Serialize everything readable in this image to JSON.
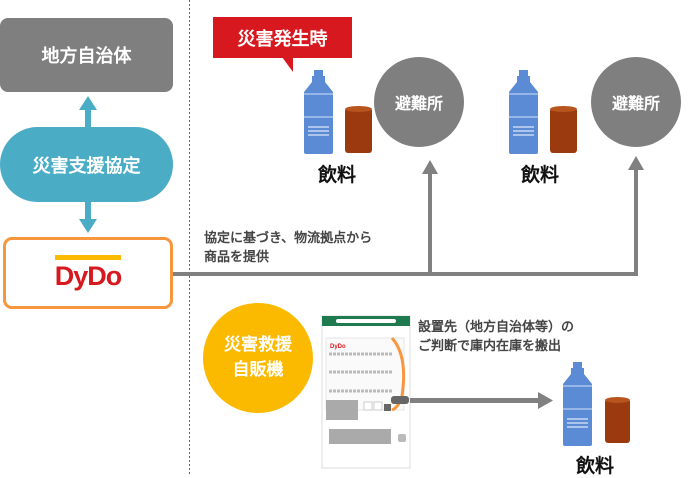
{
  "left": {
    "government_label": "地方自治体",
    "agreement_label": "災害支援協定",
    "company_logo": "DyDo"
  },
  "disaster": {
    "badge_label": "災害発生時",
    "supply_note_line1": "協定に基づき、物流拠点から",
    "supply_note_line2": "商品を提供",
    "shelters": [
      {
        "label": "避難所"
      },
      {
        "label": "避難所"
      }
    ],
    "drinks": [
      {
        "label": "飲料"
      },
      {
        "label": "飲料"
      }
    ]
  },
  "vending": {
    "badge_line1": "災害救援",
    "badge_line2": "自販機",
    "note_line1": "設置先（地方自治体等）の",
    "note_line2": "ご判断で庫内在庫を搬出",
    "drink_label": "飲料"
  },
  "colors": {
    "gray": "#7f7f7f",
    "teal": "#4bacc6",
    "orange": "#f7963d",
    "red": "#d7191f",
    "yellow": "#fbb900",
    "bottle": "#5b8bd4",
    "can": "#9b3a0e"
  }
}
